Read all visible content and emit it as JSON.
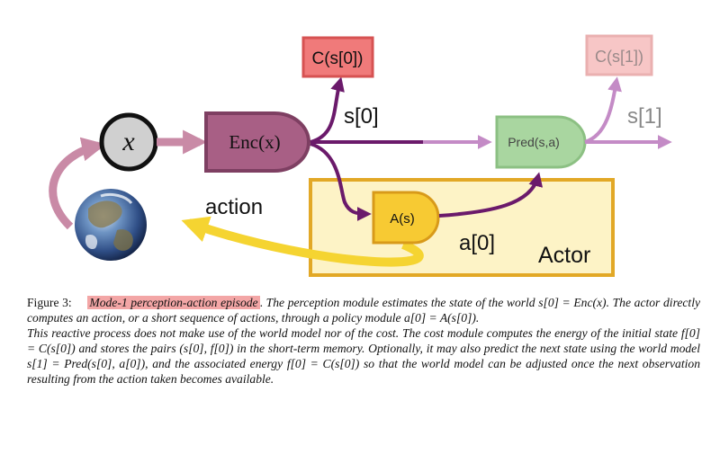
{
  "diagram": {
    "x_node": "x",
    "enc_node": "Enc(x)",
    "cost0_node": "C(s[0])",
    "cost1_node": "C(s[1])",
    "pred_node": "Pred(s,a)",
    "actor_node": "A(s)",
    "s0_label": "s[0]",
    "s1_label": "s[1]",
    "action_label": "action",
    "a0_label": "a[0]",
    "actor_box_label": "Actor",
    "colors": {
      "enc_fill": "#a85f85",
      "enc_stroke": "#7e3f62",
      "cost0_fill": "#f07a7a",
      "cost1_fill": "#f7c6c6",
      "pred_fill": "#a9d6a0",
      "actor_fill": "#f7ca33",
      "actor_box_fill": "#fdf3c6",
      "actor_box_stroke": "#e2a826",
      "arrow_dark": "#6b1a6b",
      "arrow_light": "#c48bc6",
      "arrow_pink": "#c98aa6",
      "arrow_yellow": "#f5d431"
    }
  },
  "caption": {
    "figure_label": "Figure 3:",
    "title": "Mode-1 perception-action episode",
    "title_end": ".",
    "para1": "The perception module estimates the state of the world s[0] = Enc(x). The actor directly computes an action, or a short sequence of actions, through a policy module a[0] = A(s[0]).",
    "para2": "This reactive process does not make use of the world model nor of the cost. The cost module computes the energy of the initial state f[0] = C(s[0]) and stores the pairs (s[0], f[0]) in the short-term memory. Optionally, it may also predict the next state using the world model s[1] = Pred(s[0], a[0]), and the associated energy f[0] = C(s[0]) so that the world model can be adjusted once the next observation resulting from the action taken becomes available."
  }
}
